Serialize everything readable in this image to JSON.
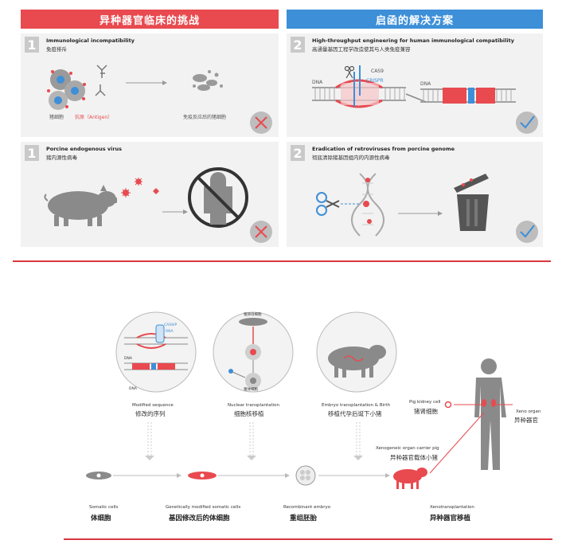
{
  "top": {
    "left_header": "异种器官临床的挑战",
    "right_header": "启函的解决方案",
    "panel1": {
      "num": "1",
      "title_en": "Immunological incompatibility",
      "title_cn": "免疫排斥",
      "label_cells": "猪细胞",
      "label_antigen": "抗原（Antigen）",
      "label_after": "免疫反应后的猪细胞",
      "status_icon": "cross-icon"
    },
    "panel2": {
      "num": "2",
      "title_en": "High-throughput engineering for human immunological compatibility",
      "title_cn": "高通量基因工程学改造使其与人类免疫兼容",
      "label_dna_left": "DNA",
      "label_cas9": "CAS9",
      "label_crispr": "CRISPR",
      "label_dna_right": "DNA",
      "status_icon": "check-icon"
    },
    "panel3": {
      "num": "1",
      "title_en": "Porcine endogenous virus",
      "title_cn": "猪内源性病毒",
      "status_icon": "cross-icon"
    },
    "panel4": {
      "num": "2",
      "title_en": "Eradication of retroviruses from porcine genome",
      "title_cn": "彻底清除猪基因组内的内源性病毒",
      "status_icon": "check-icon"
    }
  },
  "process": {
    "circle1": {
      "label_dna": "DNA",
      "label_cas9": "CAS9/P",
      "label_rna": "RNA",
      "label_dna2": "DNA",
      "caption_en": "Modified sequence",
      "caption_cn": "修改的序列"
    },
    "circle2": {
      "label_top": "猪卵母细胞",
      "label_bottom": "猪体细胞",
      "caption_en": "Nuclear transplantation",
      "caption_cn": "细胞核移植"
    },
    "circle3": {
      "caption_en": "Embryo transplantation & Birth",
      "caption_cn": "移植代孕后诞下小猪"
    },
    "pig_kidney_en": "Pig kidney cell",
    "pig_kidney_cn": "猪肾细胞",
    "xeno_organ_en": "Xeno organ",
    "xeno_organ_cn": "异种器官",
    "carrier_pig_en": "Xenogeneic organ carrier pig",
    "carrier_pig_cn": "异种器官载体小猪",
    "steps": [
      {
        "en": "Somatic cells",
        "cn": "体细胞"
      },
      {
        "en": "Genetically modified somatic cells",
        "cn": "基因修改后的体细胞"
      },
      {
        "en": "Recombinant embryo",
        "cn": "重组胚胎"
      },
      {
        "en": "Xenotransplantation",
        "cn": "异种器官移植"
      }
    ]
  },
  "colors": {
    "red": "#e84a4f",
    "blue": "#3d8fd8",
    "gray": "#8c8c8c",
    "panel": "#f2f2f2"
  }
}
